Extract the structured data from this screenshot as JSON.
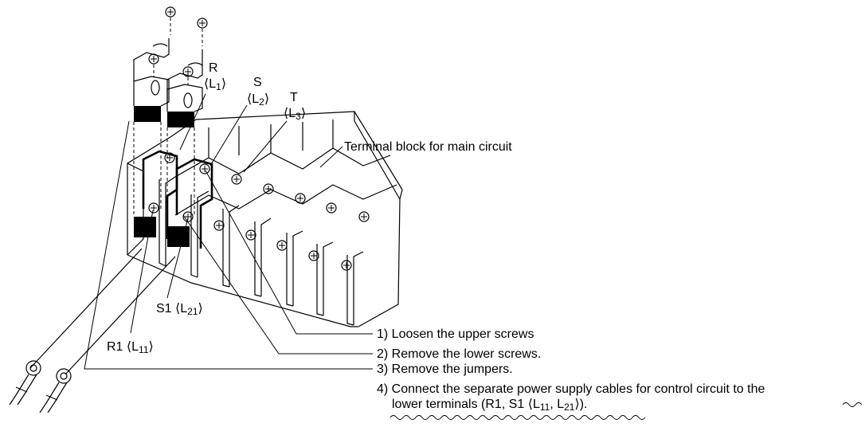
{
  "labels": {
    "terminal_block": "Terminal block for main circuit",
    "R": "R",
    "L1_open": "⟨L",
    "L1_sub": "1",
    "L1_close": "⟩",
    "S": "S",
    "L2_open": "⟨L",
    "L2_sub": "2",
    "L2_close": "⟩",
    "T": "T",
    "L3_open": "⟨L",
    "L3_sub": "3",
    "L3_close": "⟩",
    "S1_main": "S1 ⟨L",
    "S1_sub": "21",
    "S1_close": "⟩",
    "R1_main": "R1 ⟨L",
    "R1_sub": "11",
    "R1_close": "⟩"
  },
  "steps": {
    "step1": "1) Loosen the upper screws",
    "step2": "2) Remove the lower screws.",
    "step3": "3) Remove the jumpers.",
    "step4_line1": "4) Connect the separate power supply cables for control circuit to the",
    "step4_line2_a": "lower terminals (R1, S1 ⟨L",
    "step4_line2_sub1": "11",
    "step4_line2_b": ", L",
    "step4_line2_sub2": "21",
    "step4_line2_c": "⟩)."
  },
  "icons": [
    "screw-icon",
    "ring-terminal-icon",
    "jumper-icon"
  ]
}
